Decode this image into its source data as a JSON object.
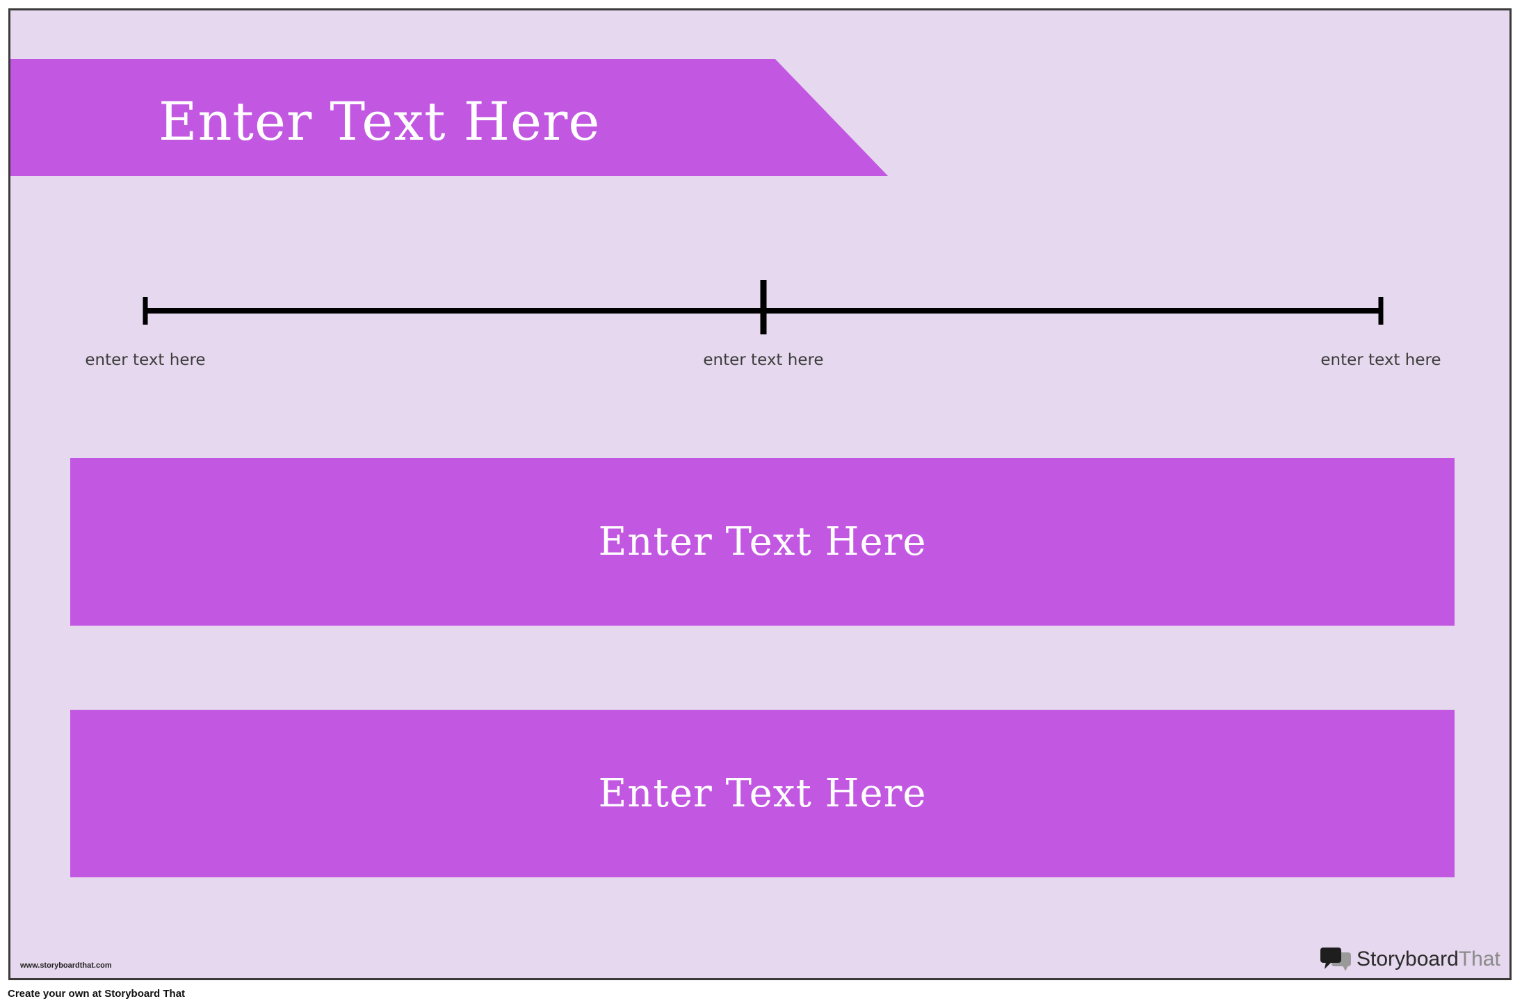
{
  "poster": {
    "background_color": "#e6d8ee",
    "accent_color": "#c258e1",
    "title": "Enter Text Here",
    "timeline": {
      "labels": [
        "enter text here",
        "enter text here",
        "enter text here"
      ]
    },
    "boxes": [
      {
        "text": "Enter Text Here"
      },
      {
        "text": "Enter Text Here"
      }
    ],
    "footer_url": "www.storyboardthat.com",
    "logo": {
      "icon": "speech-bubbles-icon",
      "text_part1": "Storyboard",
      "text_part2": "That"
    }
  },
  "credit": "Create your own at Storyboard That"
}
